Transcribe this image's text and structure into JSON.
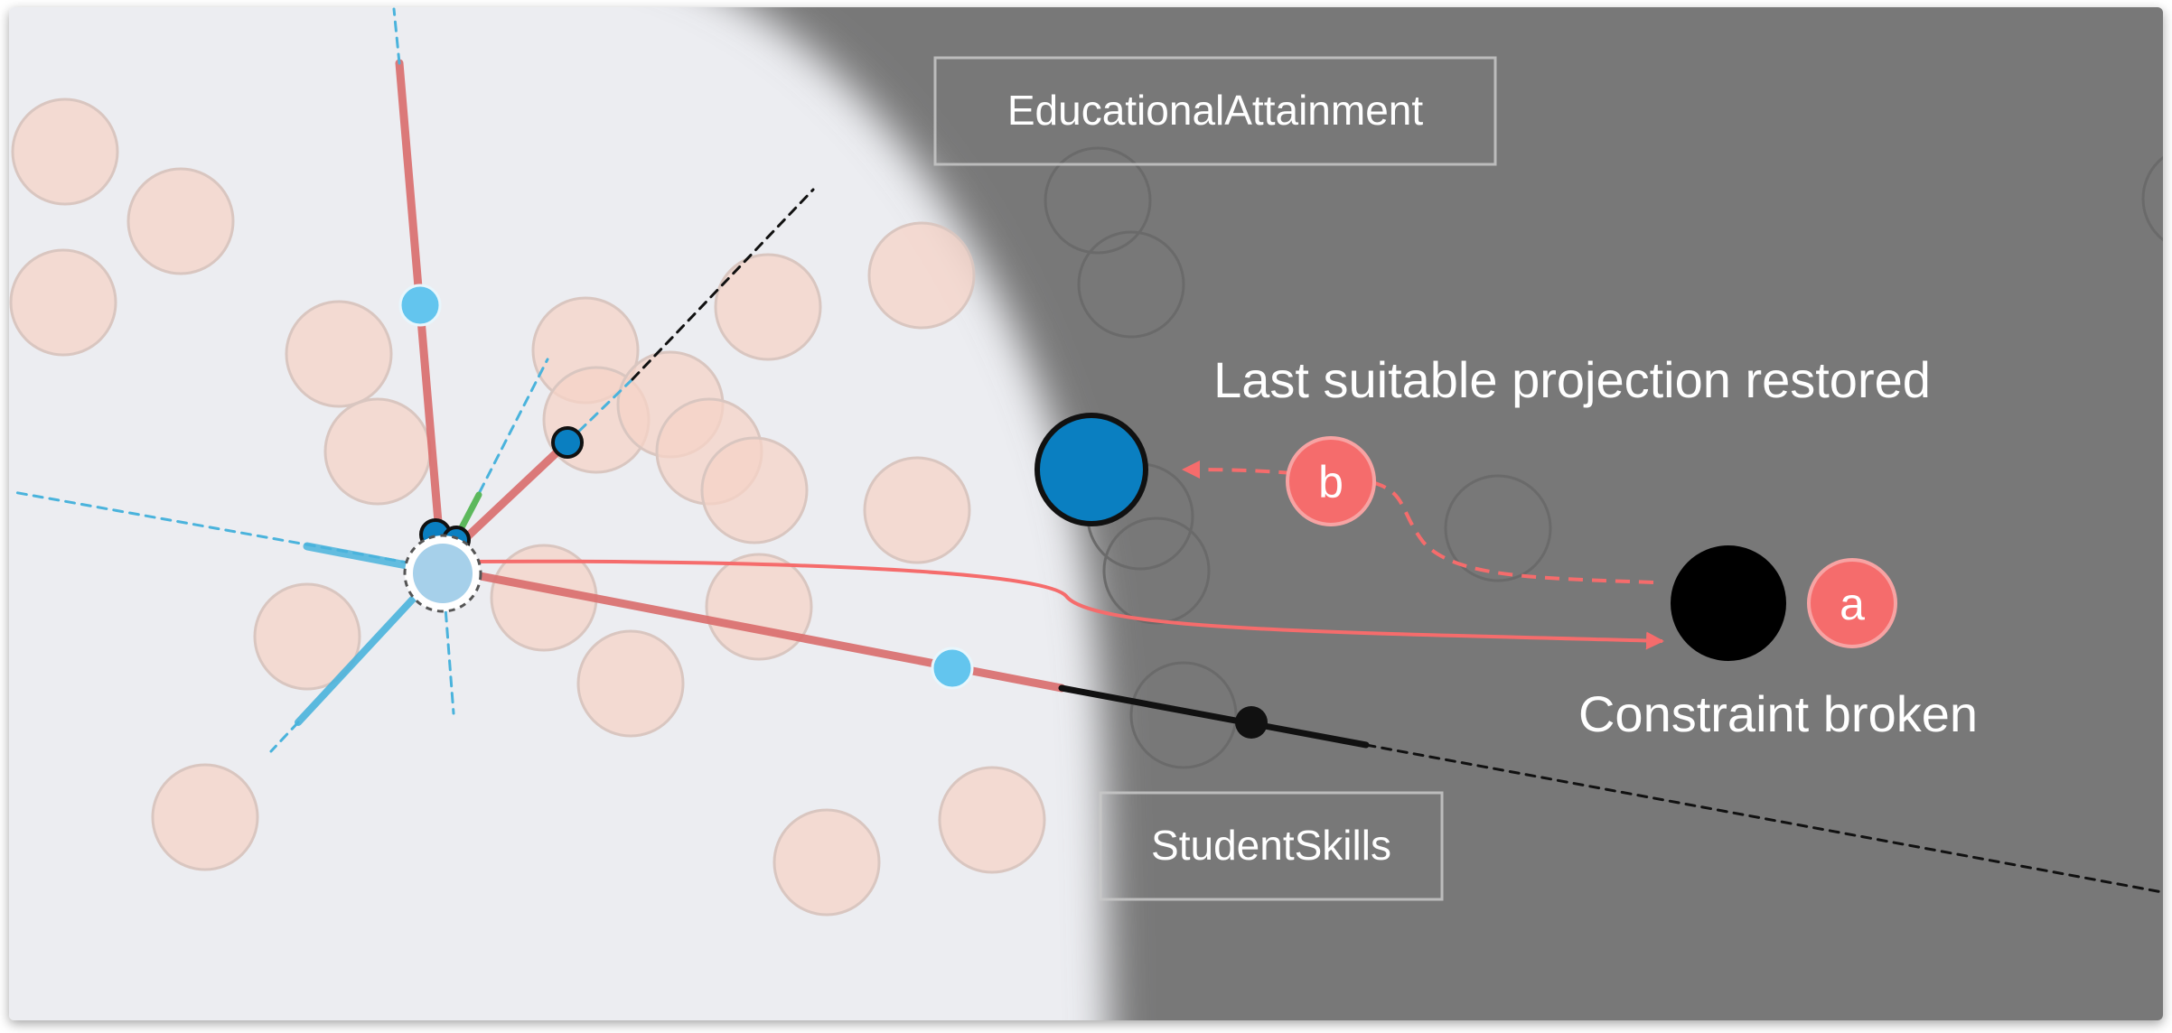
{
  "labels": {
    "axis_top": "EducationalAttainment",
    "axis_bottom": "StudentSkills",
    "restored": "Last suitable projection restored",
    "broken": "Constraint broken",
    "badge_a": "a",
    "badge_b": "b"
  },
  "colors": {
    "inside_region": "#ecedf1",
    "outside_region": "#787878",
    "background_point": "#f5d3c7",
    "axis_red": "#d96b6b",
    "axis_blue": "#4ab3dc",
    "axis_black": "#111111",
    "point_blue": "#0a7fc1",
    "handle_light_blue": "#63c5ee",
    "annotation_red": "#f56c6c",
    "label_text": "#ffffff"
  }
}
